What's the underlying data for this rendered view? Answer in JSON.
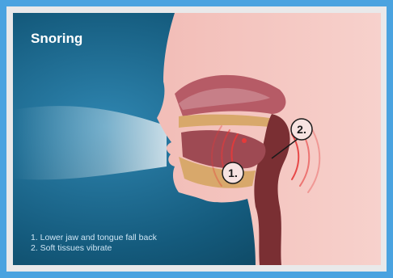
{
  "title": "Snoring",
  "markers": [
    {
      "label": "1."
    },
    {
      "label": "2."
    }
  ],
  "legend": [
    {
      "text": "1. Lower jaw and tongue fall back"
    },
    {
      "text": "2. Soft tissues vibrate"
    }
  ],
  "colors": {
    "background_dark": "#0b3f56",
    "background_light": "#2a7ea8",
    "skin": "#f3c2bd",
    "throat": "#7a2f33",
    "tongue": "#9e4a53",
    "bone": "#d8a86b",
    "vibration": "#e63a3a",
    "frame_border": "#4aa3e0"
  }
}
